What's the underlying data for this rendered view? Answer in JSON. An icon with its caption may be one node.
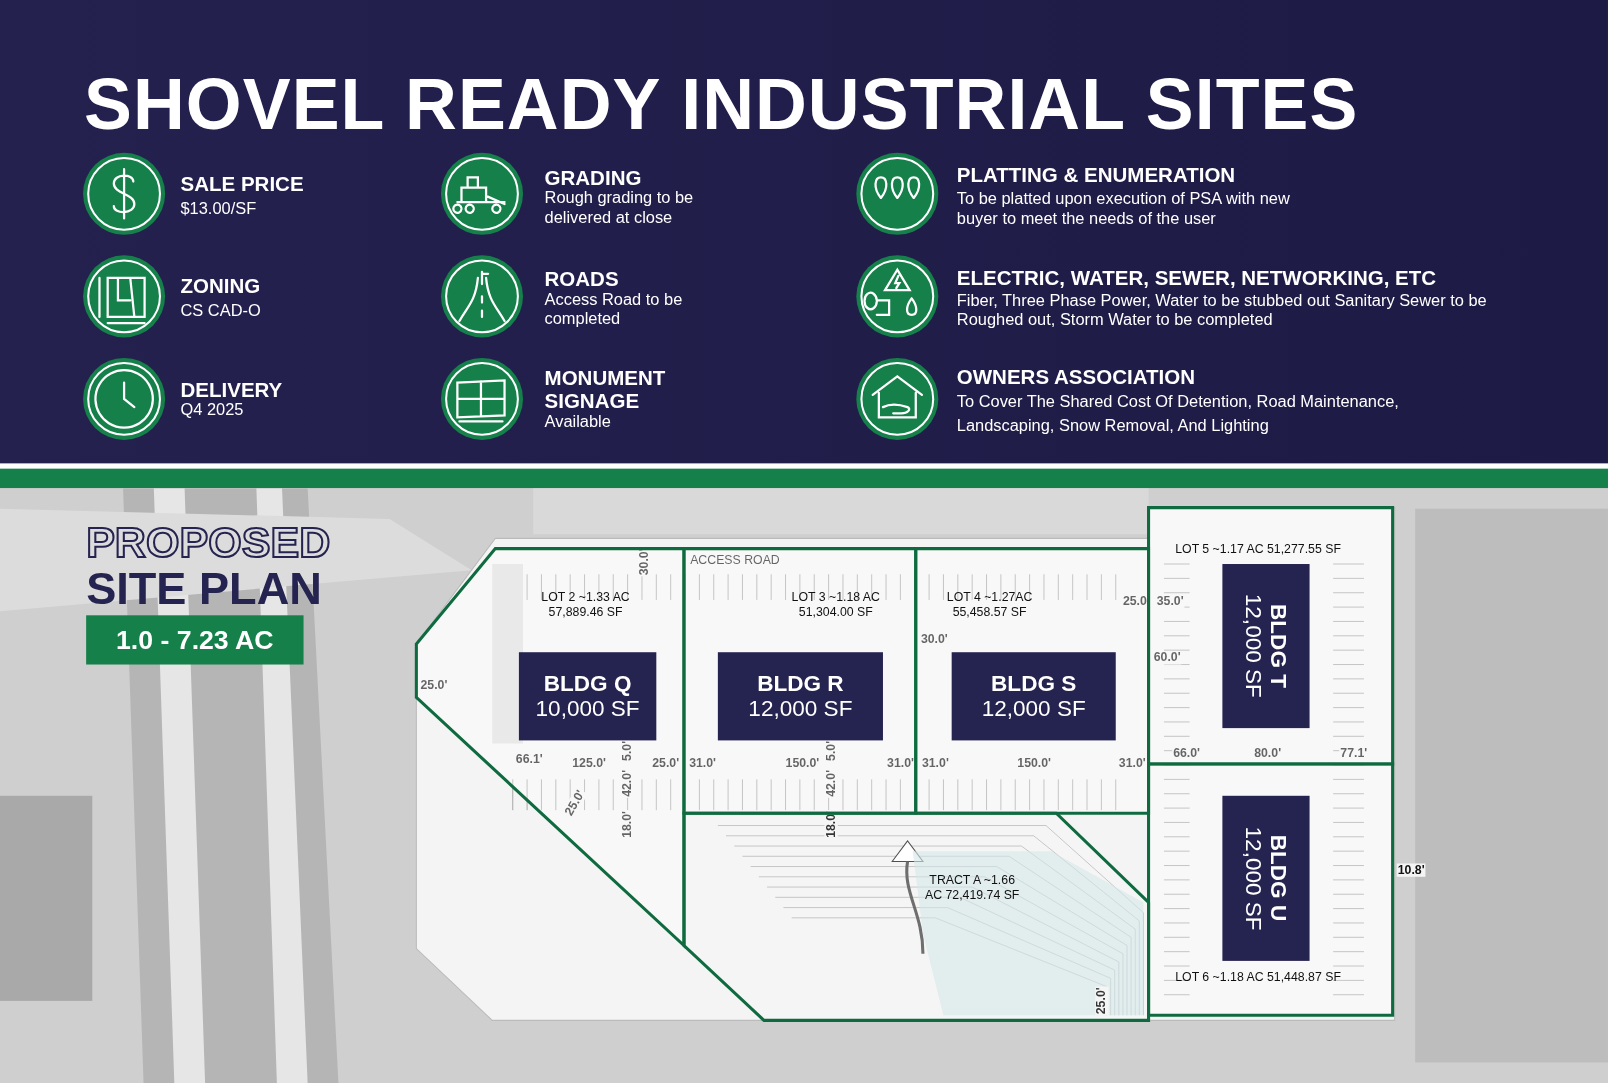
{
  "diagram": {
    "title": "SHOVEL READY INDUSTRIAL SITES",
    "nodes": [
      {
        "text": [
          "LOT 2 ~1.33 AC 57,889.46 SF"
        ]
      },
      {
        "text": [
          "BLDG Q",
          "10,000 SF"
        ],
        "in": 0
      },
      {
        "text": [
          "LOT 3 ~1.18 AC 51,304.00 SF"
        ]
      },
      {
        "text": [
          "BLDG R",
          "12,000 SF"
        ],
        "in": 2
      },
      {
        "text": [
          "LOT 4 ~1.27AC 55,458.57 SF"
        ]
      },
      {
        "text": [
          "BLDG S",
          "12,000 SF"
        ],
        "in": 4
      },
      {
        "text": [
          "LOT 5 ~1.17 AC 51,277.55 SF"
        ]
      },
      {
        "text": [
          "BLDG T",
          "12,000 SF"
        ],
        "in": 6
      },
      {
        "text": [
          "LOT 6 ~1.18 AC 51,448.87 SF"
        ]
      },
      {
        "text": [
          "BLDG U",
          "12,000 SF"
        ],
        "in": 8
      },
      {
        "text": [
          "TRACT A ~1.66 AC 72,419.74 SF"
        ]
      },
      {
        "text": [
          "1.0 - 7.23 AC"
        ]
      }
    ],
    "labels": [
      "SALE PRICE",
      "$13.00/SF",
      "GRADING",
      "Rough grading to be delivered at close",
      "PLATTING & ENUMERATION",
      "To be platted upon execution of PSA with new buyer to meet the needs of the user",
      "ZONING",
      "CS CAD-O",
      "ROADS",
      "Access Road to be completed",
      "ELECTRIC, WATER, SEWER, NETWORKING, ETC",
      "Fiber, Three Phase Power, Water to be stubbed out Sanitary Sewer to be Roughed out, Storm Water to be completed",
      "DELIVERY",
      "Q4 2025",
      "MONUMENT SIGNAGE",
      "Available",
      "OWNERS ASSOCIATION",
      "To Cover The Shared Cost Of Detention, Road Maintenance, Landscaping, Snow Removal, And Lighting",
      "PROPOSED",
      "SITE PLAN",
      "30.0'",
      "ACCESS ROAD",
      "25.0'",
      "30.0'",
      "25.0'",
      "35.0'",
      "60.0'",
      "66.1'",
      "125.0'",
      "42.0'",
      "5.0'",
      "25.0'",
      "31.0'",
      "150.0'",
      "42.0'",
      "5.0'",
      "31.0'",
      "31.0'",
      "150.0'",
      "31.0'",
      "66.0'",
      "80.0'",
      "77.1'",
      "25.0'",
      "18.0'",
      "18.0'",
      "10.8'",
      "25.0'"
    ]
  }
}
